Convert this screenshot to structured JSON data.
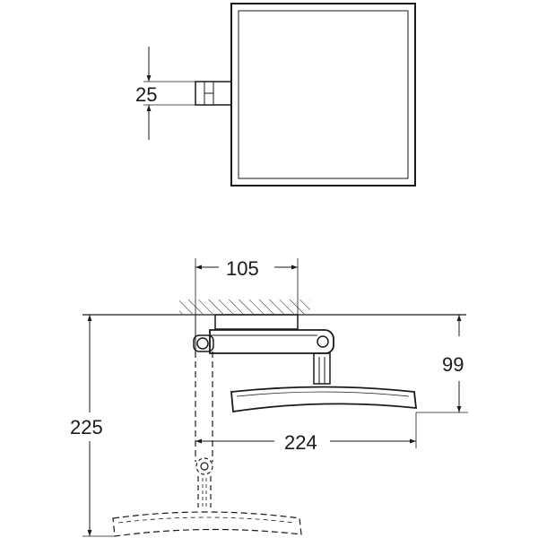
{
  "dimensions": {
    "arm_height": "25",
    "bracket_width": "105",
    "depth_closed": "99",
    "depth_extended": "225",
    "arm_reach": "224"
  },
  "colors": {
    "line": "#1a1a1a",
    "background": "#ffffff"
  }
}
